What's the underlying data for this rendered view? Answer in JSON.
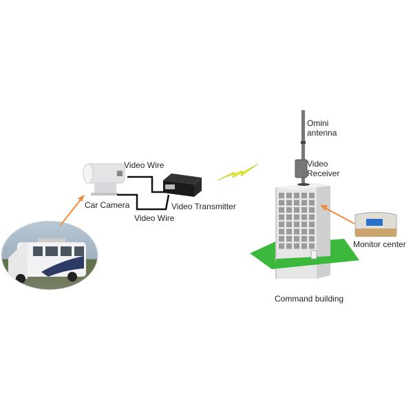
{
  "labels": {
    "video_wire_top": "Video Wire",
    "car_camera": "Car Camera",
    "video_transmitter": "Video Transmitter",
    "video_wire_bottom": "Video Wire",
    "omni_antenna_line1": "Omini",
    "omni_antenna_line2": "antenna",
    "video_receiver_line1": "Video",
    "video_receiver_line2": "Receiver",
    "monitor_center": "Monitor center",
    "command_building": "Command building"
  },
  "colors": {
    "arrow": "#f08a3c",
    "ground": "#3cb83c",
    "lightning": "#e8ef2a",
    "wire": "#111111"
  }
}
